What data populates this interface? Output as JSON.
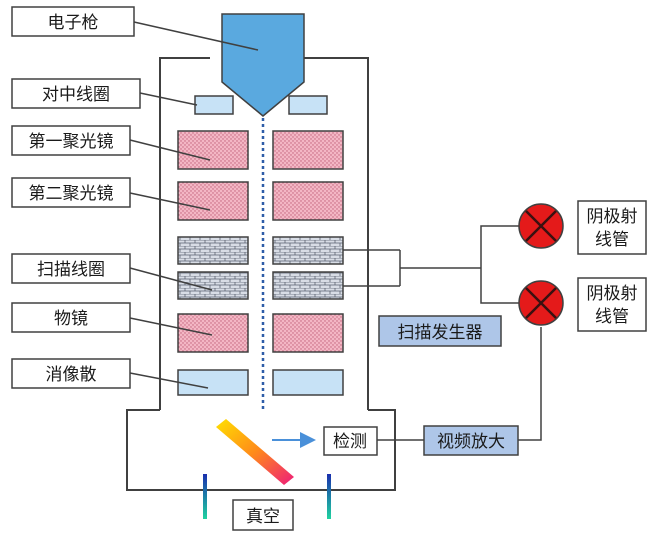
{
  "labels": {
    "electron_gun": "电子枪",
    "centering_coil": "对中线圈",
    "first_condenser": "第一聚光镜",
    "second_condenser": "第二聚光镜",
    "scan_coil": "扫描线圈",
    "objective": "物镜",
    "stigmator": "消像散",
    "detector": "检测",
    "video_amp": "视频放大",
    "scan_generator": "扫描发生器",
    "crt_1_line1": "阴极射",
    "crt_1_line2": "线管",
    "crt_2_line1": "阴极射",
    "crt_2_line2": "线管",
    "vacuum": "真空"
  },
  "colors": {
    "gun": "#5aa9df",
    "lens_fill": "#f3b6c4",
    "coil_fill": "#c9d4e2",
    "light_blue": "#c7e2f6",
    "label_blue": "#aec6e8",
    "crt_red": "#e41a1a",
    "outline": "#404040"
  }
}
